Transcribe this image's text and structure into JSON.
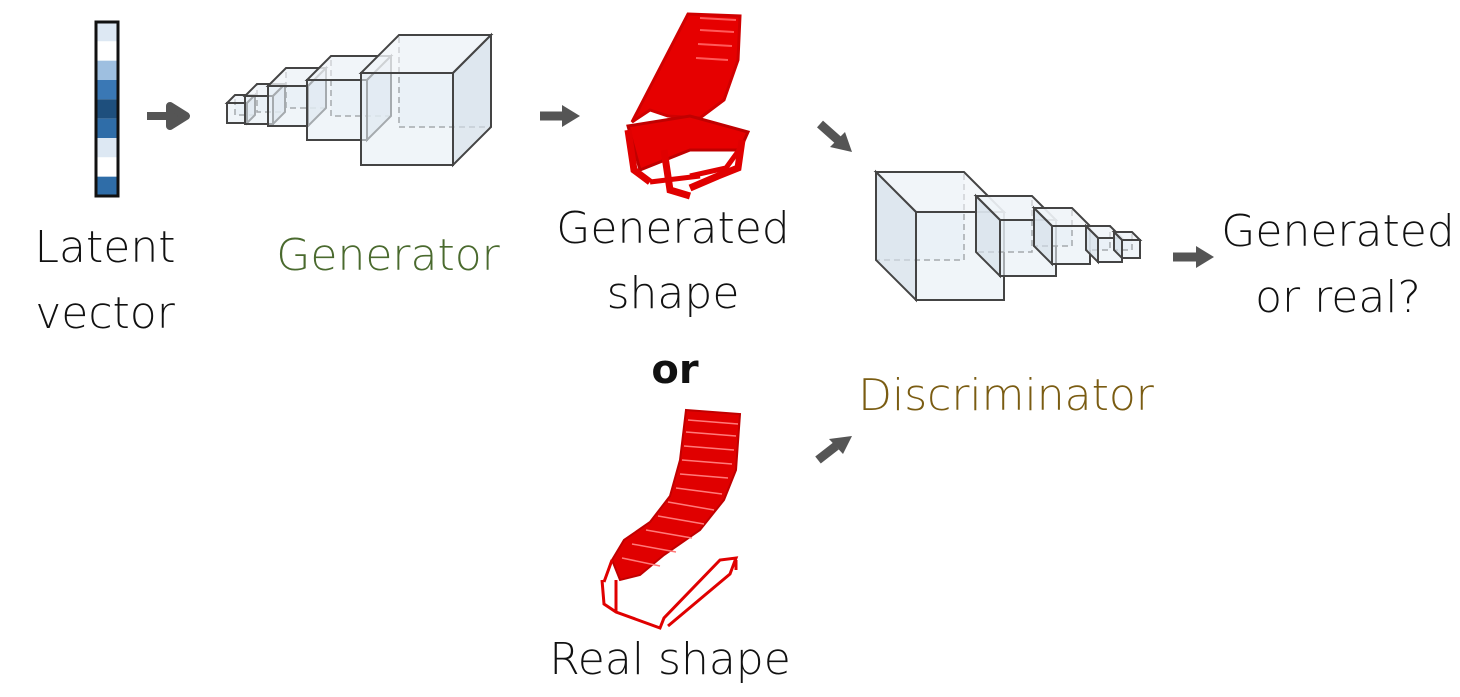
{
  "labels": {
    "latent_line1": "Latent",
    "latent_line2": "vector",
    "generator": "Generator",
    "generated_line1": "Generated",
    "generated_line2": "shape",
    "or": "or",
    "real_shape": "Real shape",
    "discriminator": "Discriminator",
    "output_line1": "Generated",
    "output_line2": "or real?"
  },
  "colors": {
    "generator": "#4a6a2e",
    "discriminator": "#7a5c12",
    "shape": "#e00000",
    "arrow": "#555555",
    "cube_fill": "#e6eef5",
    "cube_stroke": "#444444"
  },
  "latent_vector_shades": [
    "#dde8f3",
    "#ffffff",
    "#9ebfe0",
    "#3a78b5",
    "#1e4f7d",
    "#2f6da8",
    "#dde8f3",
    "#ffffff",
    "#2f6da8"
  ]
}
